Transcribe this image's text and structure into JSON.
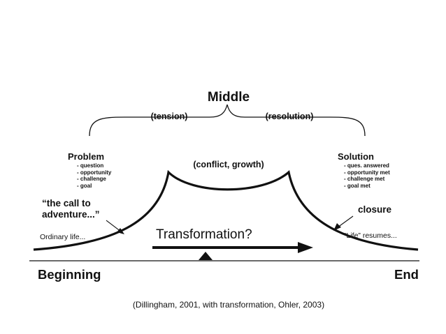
{
  "title": "Middle",
  "tension_label": "(tension)",
  "resolution_label": "(resolution)",
  "conflict_label": "(conflict, growth)",
  "problem": {
    "heading": "Problem",
    "items": [
      "- question",
      "- opportunity",
      "- challenge",
      "- goal"
    ]
  },
  "solution": {
    "heading": "Solution",
    "items": [
      "- ques. answered",
      "- opportunity met",
      "- challenge met",
      "- goal met"
    ]
  },
  "call_to_adventure": [
    "“the call to",
    "adventure...”"
  ],
  "ordinary_life": "Ordinary life...",
  "transformation": "Transformation?",
  "closure": "closure",
  "life_resumes": "“Life” resumes...",
  "beginning": "Beginning",
  "end": "End",
  "citation": "(Dillingham, 2001, with transformation, Ohler, 2003)",
  "colors": {
    "ink": "#111111",
    "background": "#ffffff"
  }
}
